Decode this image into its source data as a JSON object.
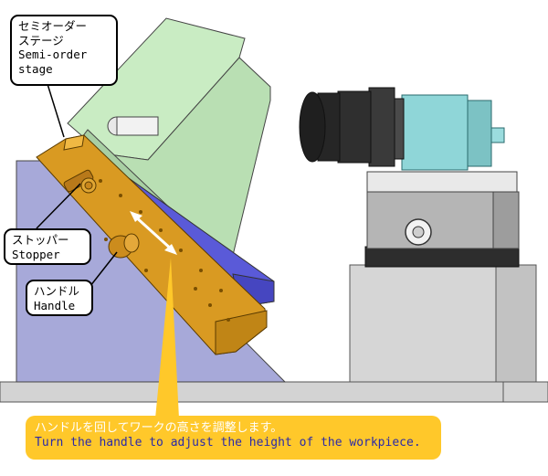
{
  "labels": {
    "stage": {
      "ja_line1": "セミオーダー",
      "ja_line2": "ステージ",
      "en_line1": "Semi-order",
      "en_line2": "stage"
    },
    "stopper": {
      "ja": "ストッパー",
      "en": "Stopper"
    },
    "handle": {
      "ja": "ハンドル",
      "en": "Handle"
    }
  },
  "caption": {
    "ja": "ハンドルを回してワークの高さを調整します。",
    "en": "Turn the handle to adjust the height of the workpiece."
  },
  "colors": {
    "caption_bg": "#ffc82a",
    "stage_body": "#d99a22",
    "plate": "#b9dfb3",
    "wedge": "#a7a9d9",
    "block": "#5a5ad8",
    "camera_body": "#8fd6d8",
    "lens": "#2a2a2a",
    "base": "#d8d8d8"
  }
}
